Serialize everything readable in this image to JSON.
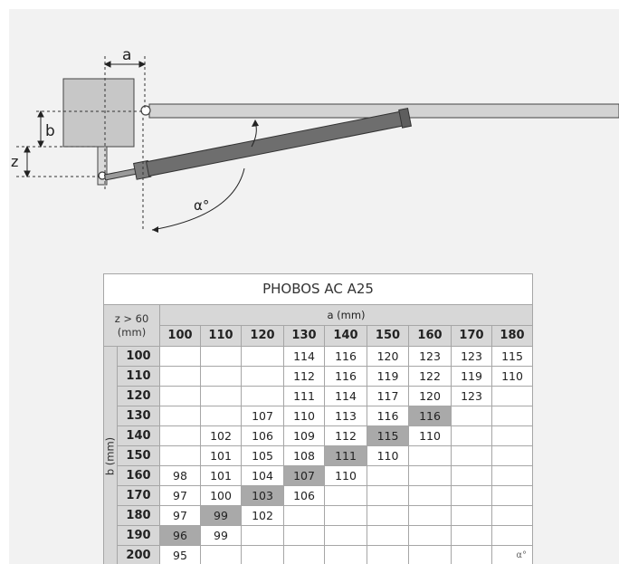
{
  "diagram": {
    "label_a": "a",
    "label_b": "b",
    "label_z": "z",
    "label_alpha": "α°"
  },
  "table": {
    "title": "PHOBOS AC A25",
    "corner_line1": "z > 60",
    "corner_line2": "(mm)",
    "a_axis_label": "a (mm)",
    "b_axis_label": "b (mm)",
    "a_values": [
      "100",
      "110",
      "120",
      "130",
      "140",
      "150",
      "160",
      "170",
      "180"
    ],
    "rows": [
      {
        "b": "100",
        "cells": [
          "",
          "",
          "",
          "114",
          "116",
          "120",
          "123",
          "123",
          "115"
        ],
        "highlight": -1
      },
      {
        "b": "110",
        "cells": [
          "",
          "",
          "",
          "112",
          "116",
          "119",
          "122",
          "119",
          "110"
        ],
        "highlight": -1
      },
      {
        "b": "120",
        "cells": [
          "",
          "",
          "",
          "111",
          "114",
          "117",
          "120",
          "123",
          ""
        ],
        "highlight": -1
      },
      {
        "b": "130",
        "cells": [
          "",
          "",
          "107",
          "110",
          "113",
          "116",
          "116",
          "",
          ""
        ],
        "highlight": 6
      },
      {
        "b": "140",
        "cells": [
          "",
          "102",
          "106",
          "109",
          "112",
          "115",
          "110",
          "",
          ""
        ],
        "highlight": 5
      },
      {
        "b": "150",
        "cells": [
          "",
          "101",
          "105",
          "108",
          "111",
          "110",
          "",
          "",
          ""
        ],
        "highlight": 4
      },
      {
        "b": "160",
        "cells": [
          "98",
          "101",
          "104",
          "107",
          "110",
          "",
          "",
          "",
          ""
        ],
        "highlight": 3
      },
      {
        "b": "170",
        "cells": [
          "97",
          "100",
          "103",
          "106",
          "",
          "",
          "",
          "",
          ""
        ],
        "highlight": 2
      },
      {
        "b": "180",
        "cells": [
          "97",
          "99",
          "102",
          "",
          "",
          "",
          "",
          "",
          ""
        ],
        "highlight": 1
      },
      {
        "b": "190",
        "cells": [
          "96",
          "99",
          "",
          "",
          "",
          "",
          "",
          "",
          ""
        ],
        "highlight": 0
      },
      {
        "b": "200",
        "cells": [
          "95",
          "",
          "",
          "",
          "",
          "",
          "",
          "",
          ""
        ],
        "highlight": -1
      }
    ],
    "footnote": "α°"
  },
  "colors": {
    "background": "#f2f2f2",
    "header_gray": "#d7d7d7",
    "highlight_gray": "#a9a9a9",
    "actuator": "#6e6e6e"
  }
}
